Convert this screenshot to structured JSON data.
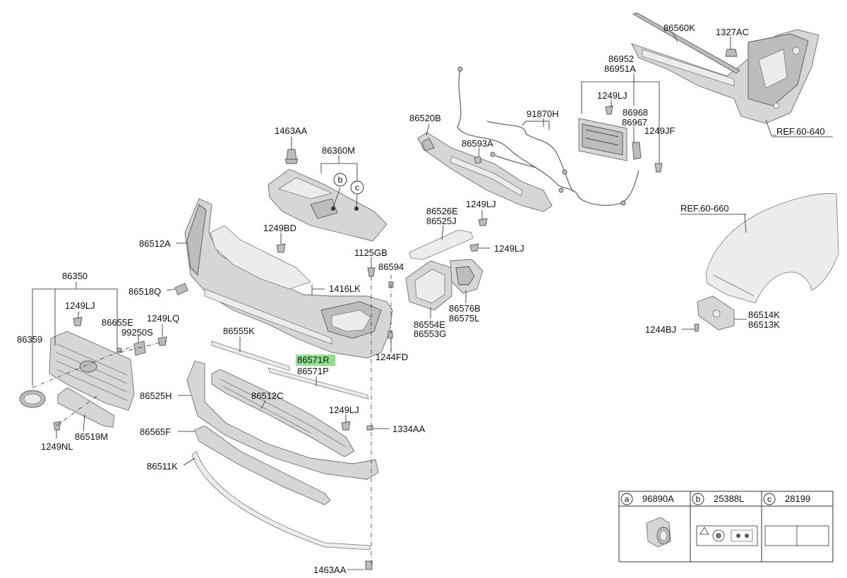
{
  "labels": {
    "l86560K": "86560K",
    "l1327AC": "1327AC",
    "l86952": "86952",
    "l86951A": "86951A",
    "l1249LJ_a": "1249LJ",
    "l86968": "86968",
    "l86967": "86967",
    "l1249JF": "1249JF",
    "lREF640": "REF.60-640",
    "l91870H": "91870H",
    "l86520B": "86520B",
    "l86593A": "86593A",
    "l1463AA_top": "1463AA",
    "l86360M": "86360M",
    "lREF660": "REF.60-660",
    "l86526E": "86526E",
    "l86525J": "86525J",
    "l1249LJ_b": "1249LJ",
    "l1249BD": "1249BD",
    "l86512A": "86512A",
    "l1125GB": "1125GB",
    "l86594": "86594",
    "l1249LJ_c": "1249LJ",
    "l86350": "86350",
    "l86518Q": "86518Q",
    "l1416LK": "1416LK",
    "l1249LJ_d": "1249LJ",
    "l86655E": "86655E",
    "l1249LQ": "1249LQ",
    "l99250S": "99250S",
    "l86576B": "86576B",
    "l86575L": "86575L",
    "l86554E": "86554E",
    "l86553G": "86553G",
    "l86514K": "86514K",
    "l86513K": "86513K",
    "l1244BJ": "1244BJ",
    "l86359": "86359",
    "l86555K": "86555K",
    "l1244FD": "1244FD",
    "l86571R": "86571R",
    "l86571P": "86571P",
    "l86525H": "86525H",
    "l86512C": "86512C",
    "l1249LJ_e": "1249LJ",
    "l1334AA": "1334AA",
    "l86565F": "86565F",
    "l86519M": "86519M",
    "l1249NL": "1249NL",
    "l86511K": "86511K",
    "l1463AA_bot": "1463AA"
  },
  "callouts": {
    "b": "b",
    "c": "c"
  },
  "legend": {
    "items": [
      {
        "letter": "a",
        "part": "96890A"
      },
      {
        "letter": "b",
        "part": "25388L"
      },
      {
        "letter": "c",
        "part": "28199"
      }
    ]
  },
  "highlight_color": "#8fe08f"
}
